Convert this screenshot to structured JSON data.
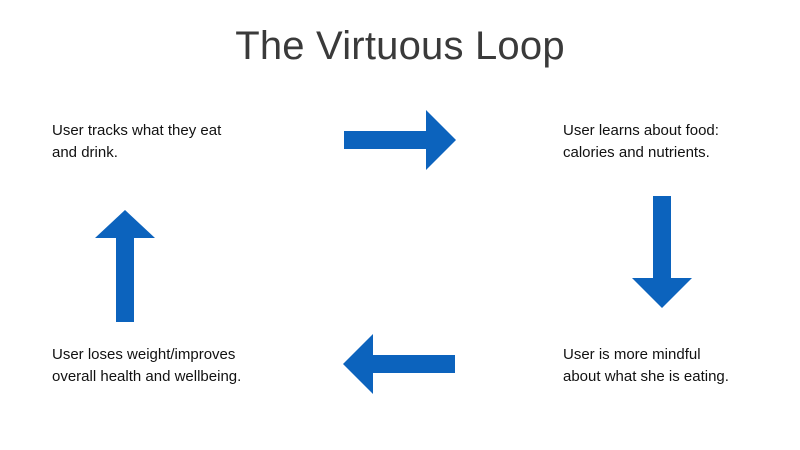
{
  "title": "The Virtuous Loop",
  "colors": {
    "arrow": "#0c63bd",
    "title": "#3a3a3a",
    "text": "#111111"
  },
  "steps": [
    {
      "line1": "User tracks what they eat",
      "line2": "and drink."
    },
    {
      "line1": "User learns about food:",
      "line2": "calories and nutrients."
    },
    {
      "line1": "User is more mindful",
      "line2": "about what she is eating."
    },
    {
      "line1": "User loses weight/improves",
      "line2": "overall health and wellbeing."
    }
  ],
  "arrows": [
    {
      "name": "right-arrow-icon",
      "direction": "right",
      "from": "step-1",
      "to": "step-2"
    },
    {
      "name": "down-arrow-icon",
      "direction": "down",
      "from": "step-2",
      "to": "step-3"
    },
    {
      "name": "left-arrow-icon",
      "direction": "left",
      "from": "step-3",
      "to": "step-4"
    },
    {
      "name": "up-arrow-icon",
      "direction": "up",
      "from": "step-4",
      "to": "step-1"
    }
  ]
}
